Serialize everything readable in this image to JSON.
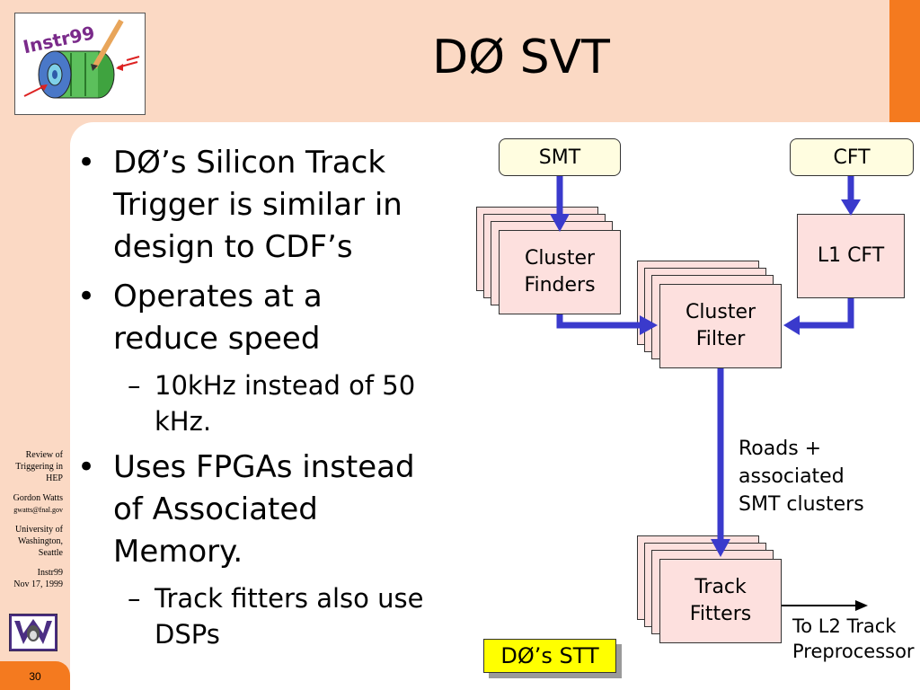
{
  "slide": {
    "title": "DØ SVT",
    "page_number": "30",
    "logo_text": "Instr99"
  },
  "sidebar": {
    "review": [
      "Review of",
      "Triggering in",
      "HEP"
    ],
    "author": "Gordon Watts",
    "email": "gwatts@fnal.gov",
    "affiliation": [
      "University of",
      "Washington,",
      "Seattle"
    ],
    "conference": "Instr99",
    "date": "Nov 17, 1999"
  },
  "bullets": [
    {
      "level": 1,
      "lines": [
        "DØ’s Silicon Track",
        "Trigger is similar in",
        "design to CDF’s"
      ]
    },
    {
      "level": 1,
      "lines": [
        "Operates at a",
        "reduce speed"
      ]
    },
    {
      "level": 2,
      "lines": [
        "10kHz instead of 50",
        "kHz."
      ]
    },
    {
      "level": 1,
      "lines": [
        "Uses FPGAs instead",
        "of Associated",
        "Memory."
      ]
    },
    {
      "level": 2,
      "lines": [
        "Track fitters also use",
        "DSPs"
      ]
    }
  ],
  "diagram": {
    "smt": "SMT",
    "cft": "CFT",
    "cluster_finders": [
      "Cluster",
      "Finders"
    ],
    "l1_cft": "L1 CFT",
    "cluster_filter": [
      "Cluster",
      "Filter"
    ],
    "roads_note": [
      "Roads +",
      "associated",
      "SMT clusters"
    ],
    "track_fitters": [
      "Track",
      "Fitters"
    ],
    "to_l2": [
      "To L2 Track",
      "Preprocessor"
    ],
    "stt_label": "DØ’s STT"
  },
  "colors": {
    "background": "#fbd9c4",
    "accent_orange": "#f47a1f",
    "arrow_blue": "#3a3acc",
    "box_fill": "#fde0de",
    "pill_fill": "#fffde0",
    "label_yellow": "#ffff00"
  }
}
